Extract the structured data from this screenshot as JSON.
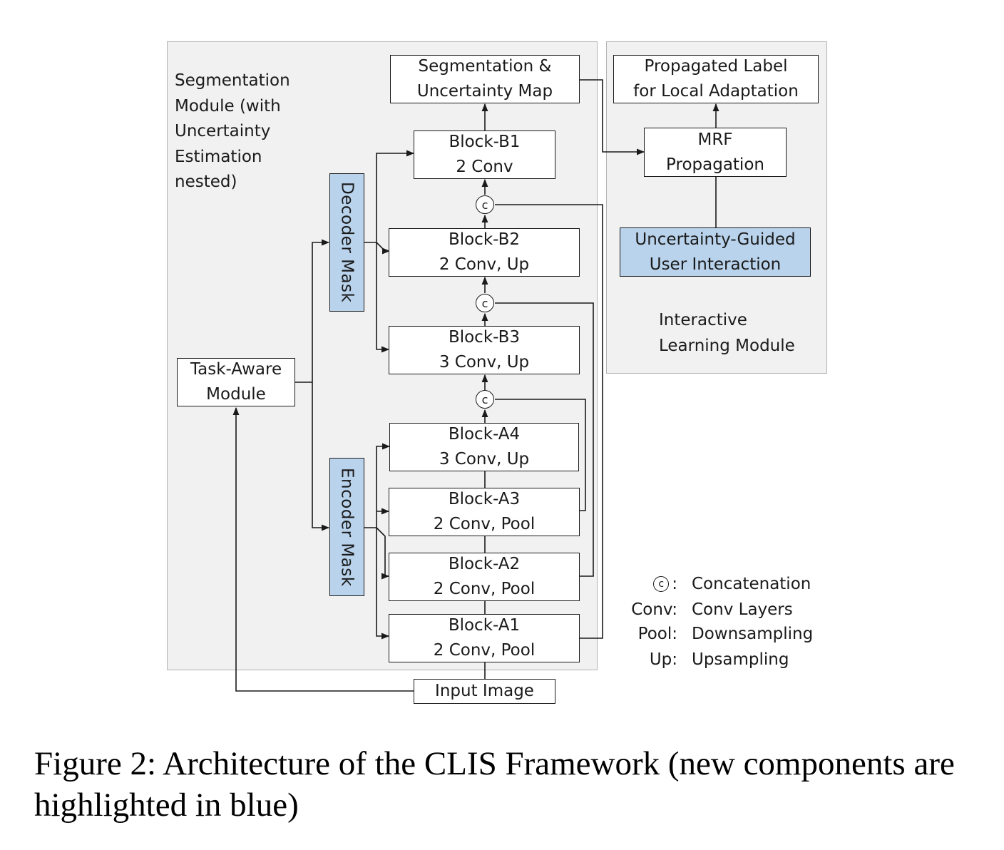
{
  "segmentation_panel": {
    "label_lines": [
      "Segmentation",
      "Module (with",
      "Uncertainty",
      "Estimation",
      "nested)"
    ]
  },
  "interactive_panel": {
    "label_lines": [
      "Interactive",
      "Learning Module"
    ]
  },
  "nodes": {
    "seg_map": [
      "Segmentation &",
      "Uncertainty Map"
    ],
    "block_b1": [
      "Block-B1",
      "2 Conv"
    ],
    "block_b2": [
      "Block-B2",
      "2 Conv, Up"
    ],
    "block_b3": [
      "Block-B3",
      "3 Conv, Up"
    ],
    "block_a4": [
      "Block-A4",
      "3 Conv, Up"
    ],
    "block_a3": [
      "Block-A3",
      "2 Conv, Pool"
    ],
    "block_a2": [
      "Block-A2",
      "2 Conv, Pool"
    ],
    "block_a1": [
      "Block-A1",
      "2 Conv, Pool"
    ],
    "task_aware": [
      "Task-Aware",
      "Module"
    ],
    "input_image": "Input Image",
    "decoder_mask": "Decoder Mask",
    "encoder_mask": "Encoder Mask",
    "propagated_label": [
      "Propagated Label",
      "for Local Adaptation"
    ],
    "mrf": [
      "MRF",
      "Propagation"
    ],
    "user_interaction": [
      "Uncertainty-Guided",
      "User Interaction"
    ]
  },
  "concat_symbol": "c",
  "legend": [
    {
      "key": "c",
      "key_suffix": ":",
      "is_symbol": true,
      "desc": "Concatenation"
    },
    {
      "key": "Conv:",
      "is_symbol": false,
      "desc": "Conv Layers"
    },
    {
      "key": "Pool:",
      "is_symbol": false,
      "desc": "Downsampling"
    },
    {
      "key": "Up:",
      "is_symbol": false,
      "desc": "Upsampling"
    }
  ],
  "colors": {
    "new_component": "#b9d3ec",
    "panel_bg": "#f1f1f1",
    "line": "#1a1a1a"
  },
  "caption": "Figure 2: Architecture of the CLIS Framework (new components are highlighted in blue)"
}
